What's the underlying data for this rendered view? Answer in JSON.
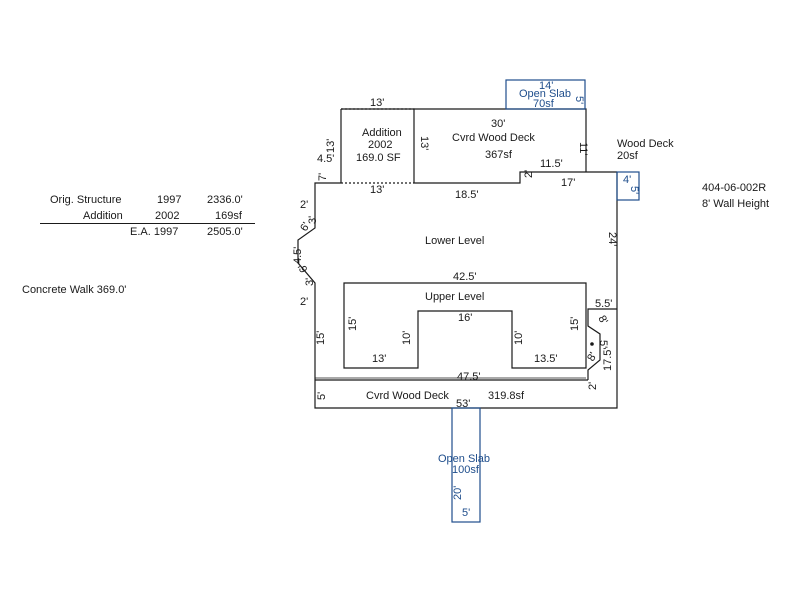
{
  "legend": {
    "rows": [
      {
        "label": "Orig. Structure",
        "year": "1997",
        "value": "2336.0'"
      },
      {
        "label": "Addition",
        "year": "2002",
        "value": "169sf"
      },
      {
        "label": "E.A. 1997",
        "year": "",
        "value": "2505.0'"
      }
    ],
    "concrete_walk": "Concrete Walk 369.0'"
  },
  "parcel": {
    "id": "404-06-002R",
    "wall_height": "8' Wall Height"
  },
  "colors": {
    "lines": "#1a1a1a",
    "slab": "#1f4e8c",
    "dashed": "#1a1a1a"
  },
  "areas": {
    "addition": {
      "name": "Addition",
      "year": "2002",
      "area": "169.0 SF"
    },
    "cvrd_deck_top": {
      "name": "Cvrd Wood Deck",
      "width": "30'",
      "area": "367sf"
    },
    "open_slab_top": {
      "name": "Open Slab",
      "width": "14'",
      "area": "70sf",
      "depth": "5'"
    },
    "wood_deck": {
      "name": "Wood Deck",
      "area": "20sf",
      "width": "4'",
      "depth": "5'"
    },
    "lower_level": {
      "name": "Lower Level"
    },
    "upper_level": {
      "name": "Upper Level"
    },
    "cvrd_deck_bottom": {
      "name": "Cvrd Wood Deck",
      "area": "319.8sf"
    },
    "open_slab_bottom": {
      "name": "Open Slab",
      "area": "100sf",
      "depth": "20'",
      "width": "5'"
    }
  },
  "dims": {
    "add_top": "13'",
    "add_left": "13'",
    "add_bottom": "13'",
    "add_right": "13'",
    "deck_right": "11'",
    "deck_notch": "11.5'",
    "deck_step": "2'",
    "left_short": "4.5'",
    "left_7": "7'",
    "seg_185": "18.5'",
    "seg_17": "17'",
    "right_24": "24'",
    "seg_2a": "2'",
    "seg_3a": "3'",
    "seg_6a": "6'",
    "seg_45": "4.5'",
    "seg_6b": "6'",
    "seg_3b": "3'",
    "seg_2b": "2'",
    "left_15": "15'",
    "bottom_5": "5'",
    "deck_53": "53'",
    "upper_425": "42.5'",
    "upper_16": "16'",
    "upper_15l": "15'",
    "upper_15r": "15'",
    "upper_10l": "10'",
    "upper_10r": "10'",
    "upper_13": "13'",
    "upper_135": "13.5'",
    "upper_475": "47.5'",
    "r_55": "5.5'",
    "r_8": "8'",
    "r_5": "5'",
    "r_175": "17.5'",
    "r_8b": "8'",
    "r_2": "2'"
  }
}
